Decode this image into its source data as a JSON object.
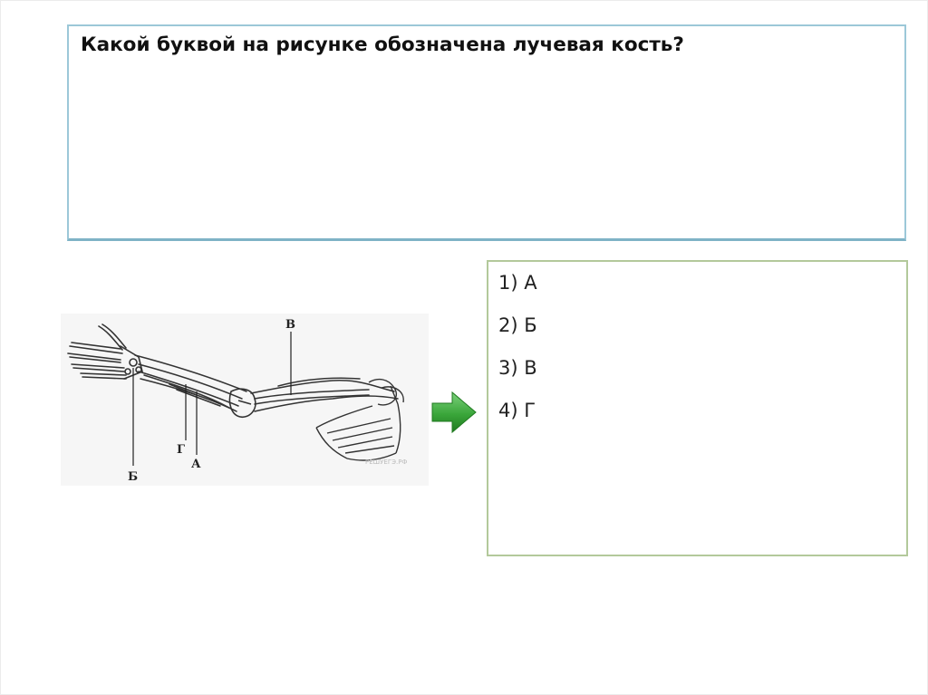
{
  "question": {
    "text": "Какой буквой на рисунке обозначена лучевая кость?"
  },
  "answers": [
    {
      "label": "1) А"
    },
    {
      "label": "2) Б"
    },
    {
      "label": "3) В"
    },
    {
      "label": "4) Г"
    }
  ],
  "figure": {
    "labels": {
      "v": "В",
      "g": "Г",
      "a": "А",
      "b": "Б"
    },
    "watermark": "РЕШУЕГЭ.РФ"
  },
  "colors": {
    "question_border": "#9cc8d8",
    "answers_border": "#b3c99b",
    "arrow_fill": "#3aa63a"
  }
}
